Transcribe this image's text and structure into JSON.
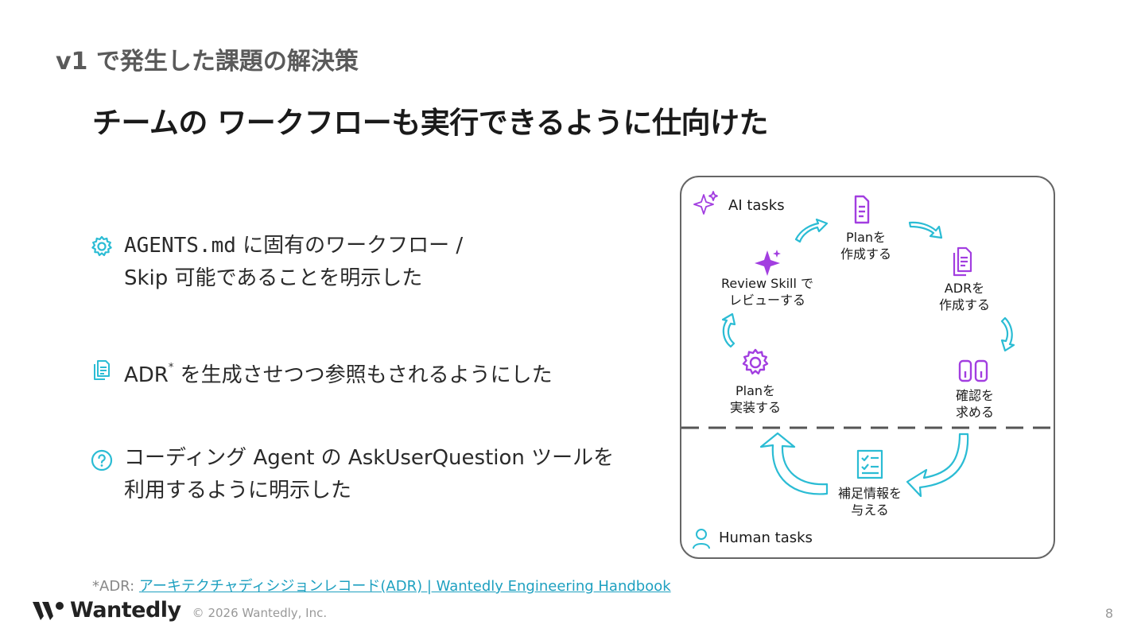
{
  "section_title": "v1 で発生した課題の解決策",
  "main_title": "チームの ワークフローも実行できるように仕向けた",
  "bullets": [
    {
      "icon": "gear-icon",
      "line1_mono": "AGENTS.md",
      "line1_rest": " に固有のワークフロー /",
      "line2": "Skip 可能であることを明示した"
    },
    {
      "icon": "document-icon",
      "prefix": "ADR",
      "sup": "*",
      "rest": " を生成させつつ参照もされるようにした"
    },
    {
      "icon": "question-icon",
      "line1": "コーディング Agent の AskUserQuestion ツールを",
      "line2": "利用するように明示した"
    }
  ],
  "footnote": {
    "prefix": "*ADR: ",
    "link_text": "アーキテクチャディシジョンレコード(ADR) | Wantedly Engineering Handbook"
  },
  "footer": {
    "brand": "Wantedly",
    "copyright": "© 2026 Wantedly, Inc.",
    "page_number": "8"
  },
  "diagram": {
    "ai_tasks_label": "AI tasks",
    "human_tasks_label": "Human tasks",
    "steps": {
      "plan_create": [
        "Planを",
        "作成する"
      ],
      "adr_create": [
        "ADRを",
        "作成する"
      ],
      "confirm": [
        "確認を",
        "求める"
      ],
      "supplement": [
        "補足情報を",
        "与える"
      ],
      "implement": [
        "Planを",
        "実装する"
      ],
      "review": [
        "Review Skill で",
        "レビューする"
      ]
    },
    "colors": {
      "ai": "#a23ee0",
      "cycle": "#2bbcd4",
      "divider": "#555555"
    }
  }
}
